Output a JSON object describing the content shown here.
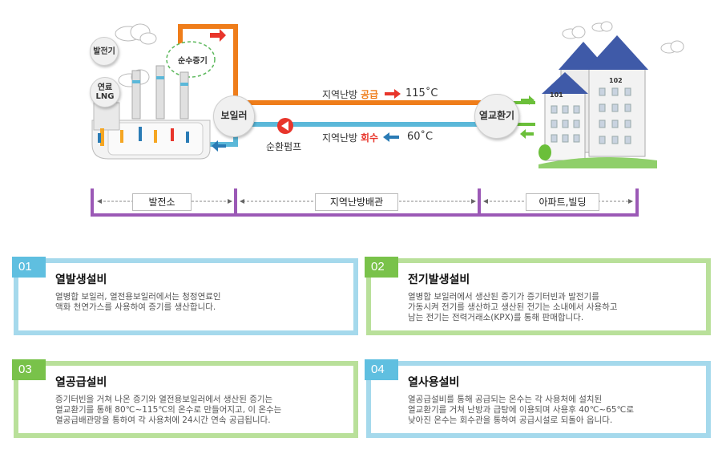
{
  "diagram": {
    "power_plant_label": "발전기",
    "steam_label": "순수증기",
    "fuel_label_1": "연료",
    "fuel_label_2": "LNG",
    "boiler_label": "보일러",
    "pump_label": "순환펌프",
    "supply_text": "지역난방",
    "supply_word": "공급",
    "supply_temp": "115˚C",
    "return_text": "지역난방",
    "return_word": "회수",
    "return_temp": "60˚C",
    "exchanger_label": "열교환기",
    "building_num_1": "101",
    "building_num_2": "102",
    "sections": [
      "발전소",
      "지역난방배관",
      "아파트,빌딩"
    ],
    "colors": {
      "supply": "#ef7d1a",
      "return": "#5bb8d9",
      "accent_red": "#e8352b",
      "section_bar": "#9b59b6",
      "green_arrow": "#6bbf3a"
    }
  },
  "cards": [
    {
      "num": "01",
      "title": "열발생설비",
      "lines": [
        "열병합 보일러, 열전용보일러에서는 청정연료인",
        "액화 천연가스를 사용하여 증기를 생산합니다."
      ],
      "color": "#a5d9ec",
      "num_color": "#5fbfe0"
    },
    {
      "num": "02",
      "title": "전기발생설비",
      "lines": [
        "열병합 보일러에서 생산된 증기가 증기터빈과 발전기를",
        "가동시켜 전기를 생산하고 생산된 전기는 소내에서 사용하고",
        "남는 전기는 전력거래소(KPX)를 통해 판매합니다."
      ],
      "color": "#b9e09a",
      "num_color": "#79c24a"
    },
    {
      "num": "03",
      "title": "열공급설비",
      "lines": [
        "증기터빈을 거쳐 나온 증기와 열전용보일러에서 생산된 증기는",
        "열교환기를 통해 80℃~115℃의 온수로 만들어지고, 이 온수는",
        "열공급배관망을 통하여 각 사용처에 24시간 연속 공급됩니다."
      ],
      "color": "#b9e09a",
      "num_color": "#79c24a"
    },
    {
      "num": "04",
      "title": "열사용설비",
      "lines": [
        "열공급설비를 통해 공급되는 온수는 각 사용처에 설치된",
        "열교환기를 거쳐 난방과 급탕에 이용되며 사용후 40℃~65℃로",
        "낮아진 온수는 회수관을 통하여 공급시설로 되돌아 옵니다."
      ],
      "color": "#a5d9ec",
      "num_color": "#5fbfe0"
    }
  ]
}
